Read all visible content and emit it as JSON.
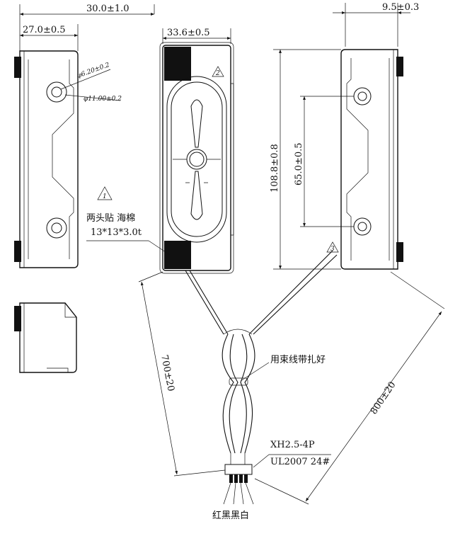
{
  "dimensions": {
    "width_total": "30.0±1.0",
    "width_body": "27.0±0.5",
    "width_front": "33.6±0.5",
    "depth_right": "9.5±0.3",
    "length_total": "108.8±0.8",
    "hole_pitch": "65.0±0.5",
    "lead_700": "700±20",
    "lead_800": "800±20",
    "hole_small": "φ6.20±0.2",
    "hole_large": "φ11.00±0.2"
  },
  "notes": {
    "note1_marker": "1",
    "note1_line1": "两头贴 海棉",
    "note1_line2": "13*13*3.0t",
    "note2_marker": "2",
    "note3_marker": "3",
    "cable_tie": "用束线带扎好",
    "connector_model": "XH2.5-4P",
    "wire_spec": "UL2007 24#",
    "wire_colors": "红黑黑白"
  }
}
